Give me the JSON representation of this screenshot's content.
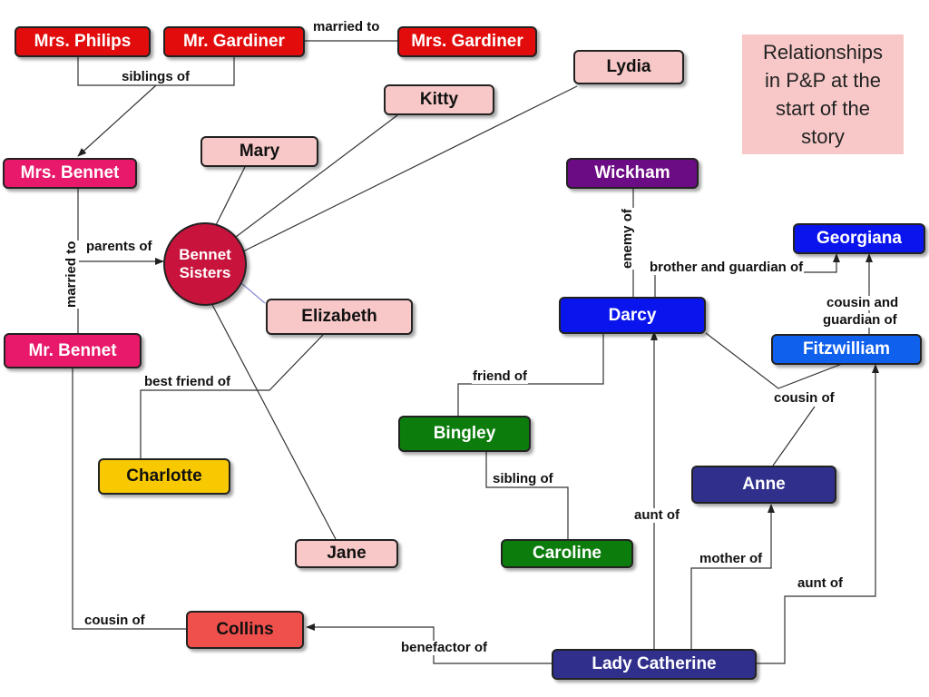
{
  "caption": {
    "text": [
      "Relationships",
      "in P&P at the",
      "start of the",
      "story"
    ]
  },
  "colors": {
    "red": "#e20c0c",
    "pink": "#e8186a",
    "light_pink": "#f8c8c8",
    "crimson": "#c8143c",
    "yellow": "#f8c800",
    "salmon": "#f0504c",
    "purple": "#6c0c84",
    "blue": "#0a14ec",
    "sky": "#1060ee",
    "navy": "#30308c",
    "green": "#0c7c0c"
  },
  "nodes": {
    "mrs_philips": {
      "label": "Mrs. Philips",
      "color": "#e20c0c",
      "text": "#ffffff"
    },
    "mr_gardiner": {
      "label": "Mr. Gardiner",
      "color": "#e20c0c",
      "text": "#ffffff"
    },
    "mrs_gardiner": {
      "label": "Mrs. Gardiner",
      "color": "#e20c0c",
      "text": "#ffffff"
    },
    "lydia": {
      "label": "Lydia",
      "color": "#f8c8c8",
      "text": "#111111"
    },
    "kitty": {
      "label": "Kitty",
      "color": "#f8c8c8",
      "text": "#111111"
    },
    "mary": {
      "label": "Mary",
      "color": "#f8c8c8",
      "text": "#111111"
    },
    "mrs_bennet": {
      "label": "Mrs. Bennet",
      "color": "#e8186a",
      "text": "#ffffff"
    },
    "bennet_sisters": {
      "label": "Bennet Sisters",
      "color": "#c8143c",
      "text": "#ffffff"
    },
    "elizabeth": {
      "label": "Elizabeth",
      "color": "#f8c8c8",
      "text": "#111111"
    },
    "mr_bennet": {
      "label": "Mr. Bennet",
      "color": "#e8186a",
      "text": "#ffffff"
    },
    "charlotte": {
      "label": "Charlotte",
      "color": "#f8c800",
      "text": "#111111"
    },
    "jane": {
      "label": "Jane",
      "color": "#f8c8c8",
      "text": "#111111"
    },
    "collins": {
      "label": "Collins",
      "color": "#f0504c",
      "text": "#111111"
    },
    "wickham": {
      "label": "Wickham",
      "color": "#6c0c84",
      "text": "#ffffff"
    },
    "georgiana": {
      "label": "Georgiana",
      "color": "#0a14ec",
      "text": "#ffffff"
    },
    "darcy": {
      "label": "Darcy",
      "color": "#0a14ec",
      "text": "#ffffff"
    },
    "fitzwilliam": {
      "label": "Fitzwilliam",
      "color": "#1060ee",
      "text": "#ffffff"
    },
    "bingley": {
      "label": "Bingley",
      "color": "#0c7c0c",
      "text": "#ffffff"
    },
    "anne": {
      "label": "Anne",
      "color": "#30308c",
      "text": "#ffffff"
    },
    "caroline": {
      "label": "Caroline",
      "color": "#0c7c0c",
      "text": "#ffffff"
    },
    "lady_catherine": {
      "label": "Lady Catherine",
      "color": "#30308c",
      "text": "#ffffff"
    }
  },
  "edges": {
    "married_top": "married to",
    "siblings_of": "siblings of",
    "married_to": "married to",
    "parents_of": "parents of",
    "best_friend_of": "best friend of",
    "cousin_of_collins": "cousin of",
    "benefactor_of": "benefactor of",
    "enemy_of": "enemy of",
    "brother_guardian": "brother and guardian of",
    "cousin_guardian": [
      "cousin and",
      "guardian of"
    ],
    "cousin_of_anne": "cousin of",
    "friend_of": "friend of",
    "sibling_of": "sibling of",
    "aunt_of_darcy": "aunt of",
    "mother_of": "mother of",
    "aunt_of_fitz": "aunt of"
  }
}
